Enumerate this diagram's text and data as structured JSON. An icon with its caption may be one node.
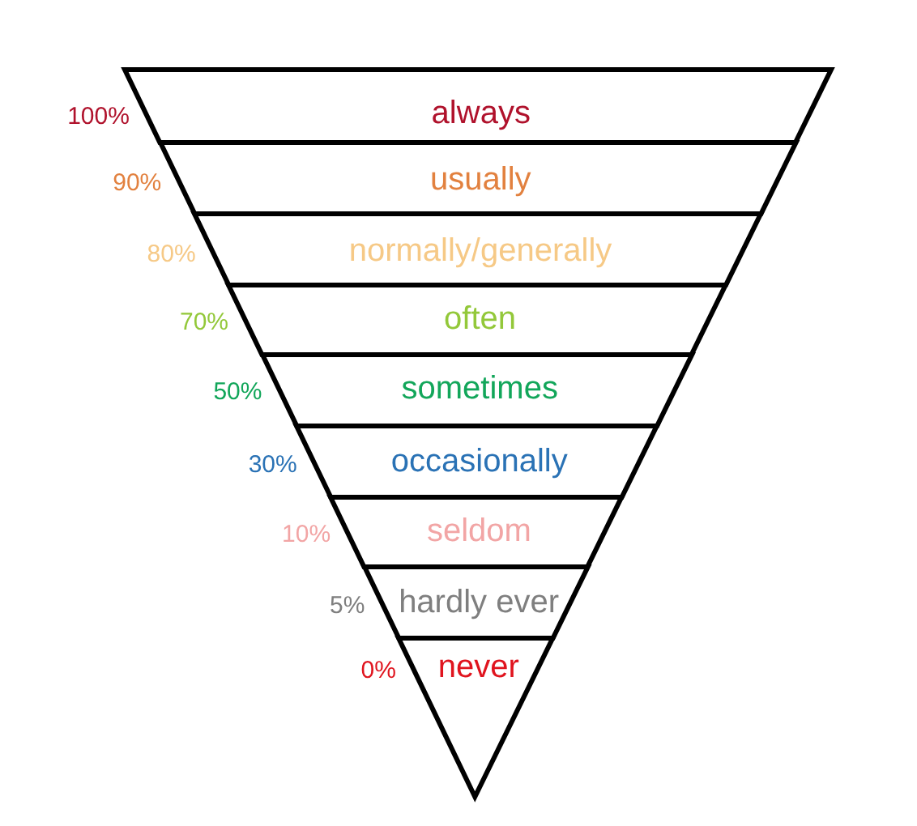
{
  "diagram": {
    "nodes": [
      {
        "text": [
          "always"
        ],
        "beside": [
          "100%"
        ]
      },
      {
        "text": [
          "usually"
        ],
        "beside": [
          "90%"
        ]
      },
      {
        "text": [
          "normally/generally"
        ],
        "beside": [
          "80%"
        ]
      },
      {
        "text": [
          "often"
        ],
        "beside": [
          "70%"
        ]
      },
      {
        "text": [
          "sometimes"
        ],
        "beside": [
          "50%"
        ]
      },
      {
        "text": [
          "occasionally"
        ],
        "beside": [
          "30%"
        ]
      },
      {
        "text": [
          "seldom"
        ],
        "beside": [
          "10%"
        ]
      },
      {
        "text": [
          "hardly ever"
        ],
        "beside": [
          "5%"
        ]
      },
      {
        "text": [
          "never"
        ],
        "beside": [
          "0%"
        ]
      }
    ]
  }
}
